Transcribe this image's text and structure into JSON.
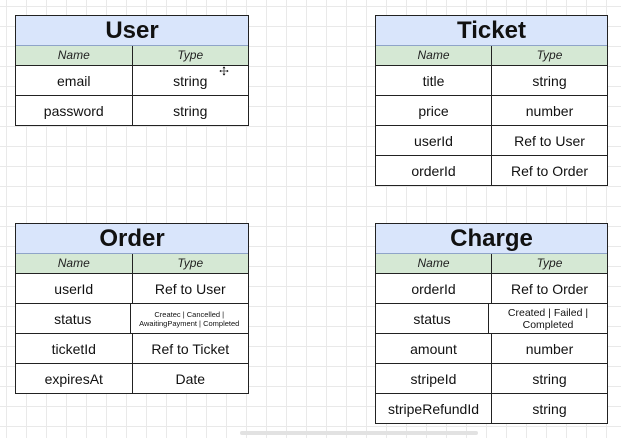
{
  "header_name": "Name",
  "header_type": "Type",
  "entities": {
    "user": {
      "title": "User",
      "fields": [
        {
          "name": "email",
          "type": "string"
        },
        {
          "name": "password",
          "type": "string"
        }
      ]
    },
    "ticket": {
      "title": "Ticket",
      "fields": [
        {
          "name": "title",
          "type": "string"
        },
        {
          "name": "price",
          "type": "number"
        },
        {
          "name": "userId",
          "type": "Ref to User"
        },
        {
          "name": "orderId",
          "type": "Ref to Order"
        }
      ]
    },
    "order": {
      "title": "Order",
      "fields": [
        {
          "name": "userId",
          "type": "Ref to User"
        },
        {
          "name": "status",
          "type": "Createc | Cancelled | AwaitingPayment | Completed"
        },
        {
          "name": "ticketId",
          "type": "Ref to Ticket"
        },
        {
          "name": "expiresAt",
          "type": "Date"
        }
      ]
    },
    "charge": {
      "title": "Charge",
      "fields": [
        {
          "name": "orderId",
          "type": "Ref to Order"
        },
        {
          "name": "status",
          "type": "Created | Failed | Completed"
        },
        {
          "name": "amount",
          "type": "number"
        },
        {
          "name": "stripeId",
          "type": "string"
        },
        {
          "name": "stripeRefundId",
          "type": "string"
        }
      ]
    }
  }
}
